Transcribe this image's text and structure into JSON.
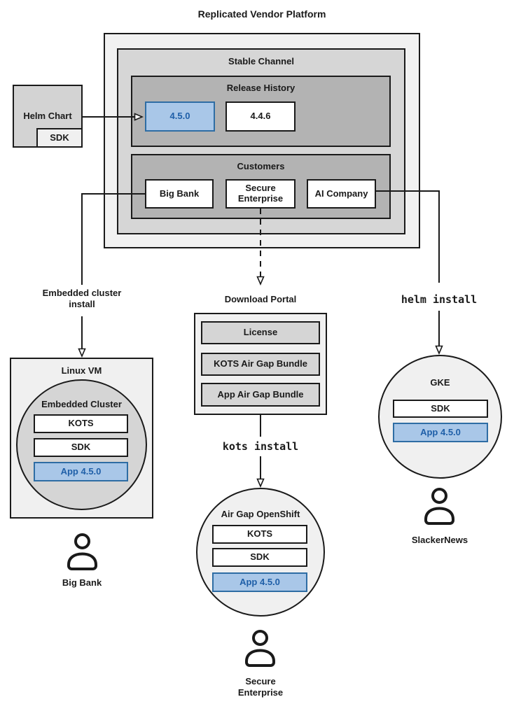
{
  "diagram": {
    "title": "Replicated Vendor Platform",
    "stable_channel": {
      "title": "Stable Channel"
    },
    "release_history": {
      "title": "Release History",
      "releases": [
        {
          "version": "4.5.0",
          "highlighted": true
        },
        {
          "version": "4.4.6",
          "highlighted": false
        }
      ]
    },
    "customers": {
      "title": "Customers",
      "items": [
        {
          "name": "Big Bank"
        },
        {
          "name": "Secure Enterprise"
        },
        {
          "name": "AI Company"
        }
      ]
    },
    "helm_chart": {
      "label": "Helm Chart",
      "sdk": "SDK"
    },
    "install_labels": {
      "embedded": "Embedded cluster install",
      "helm": "helm install",
      "kots": "kots install"
    },
    "download_portal": {
      "title": "Download Portal",
      "items": [
        {
          "label": "License"
        },
        {
          "label": "KOTS Air Gap Bundle"
        },
        {
          "label": "App Air Gap Bundle"
        }
      ]
    },
    "linux_vm": {
      "title": "Linux VM",
      "cluster_title": "Embedded Cluster",
      "kots": "KOTS",
      "sdk": "SDK",
      "app": "App 4.5.0",
      "user": "Big Bank"
    },
    "airgap_openshift": {
      "title": "Air Gap OpenShift",
      "kots": "KOTS",
      "sdk": "SDK",
      "app": "App 4.5.0",
      "user": "Secure Enterprise"
    },
    "gke": {
      "title": "GKE",
      "sdk": "SDK",
      "app": "App 4.5.0",
      "user": "SlackerNews"
    },
    "colors": {
      "highlight_fill": "#a9c7e8",
      "highlight_border": "#2e6da4",
      "highlight_text": "#1f5fa8",
      "container_light": "#f1f1f1",
      "container_medium": "#d6d6d6",
      "container_dark": "#b3b3b3"
    }
  }
}
